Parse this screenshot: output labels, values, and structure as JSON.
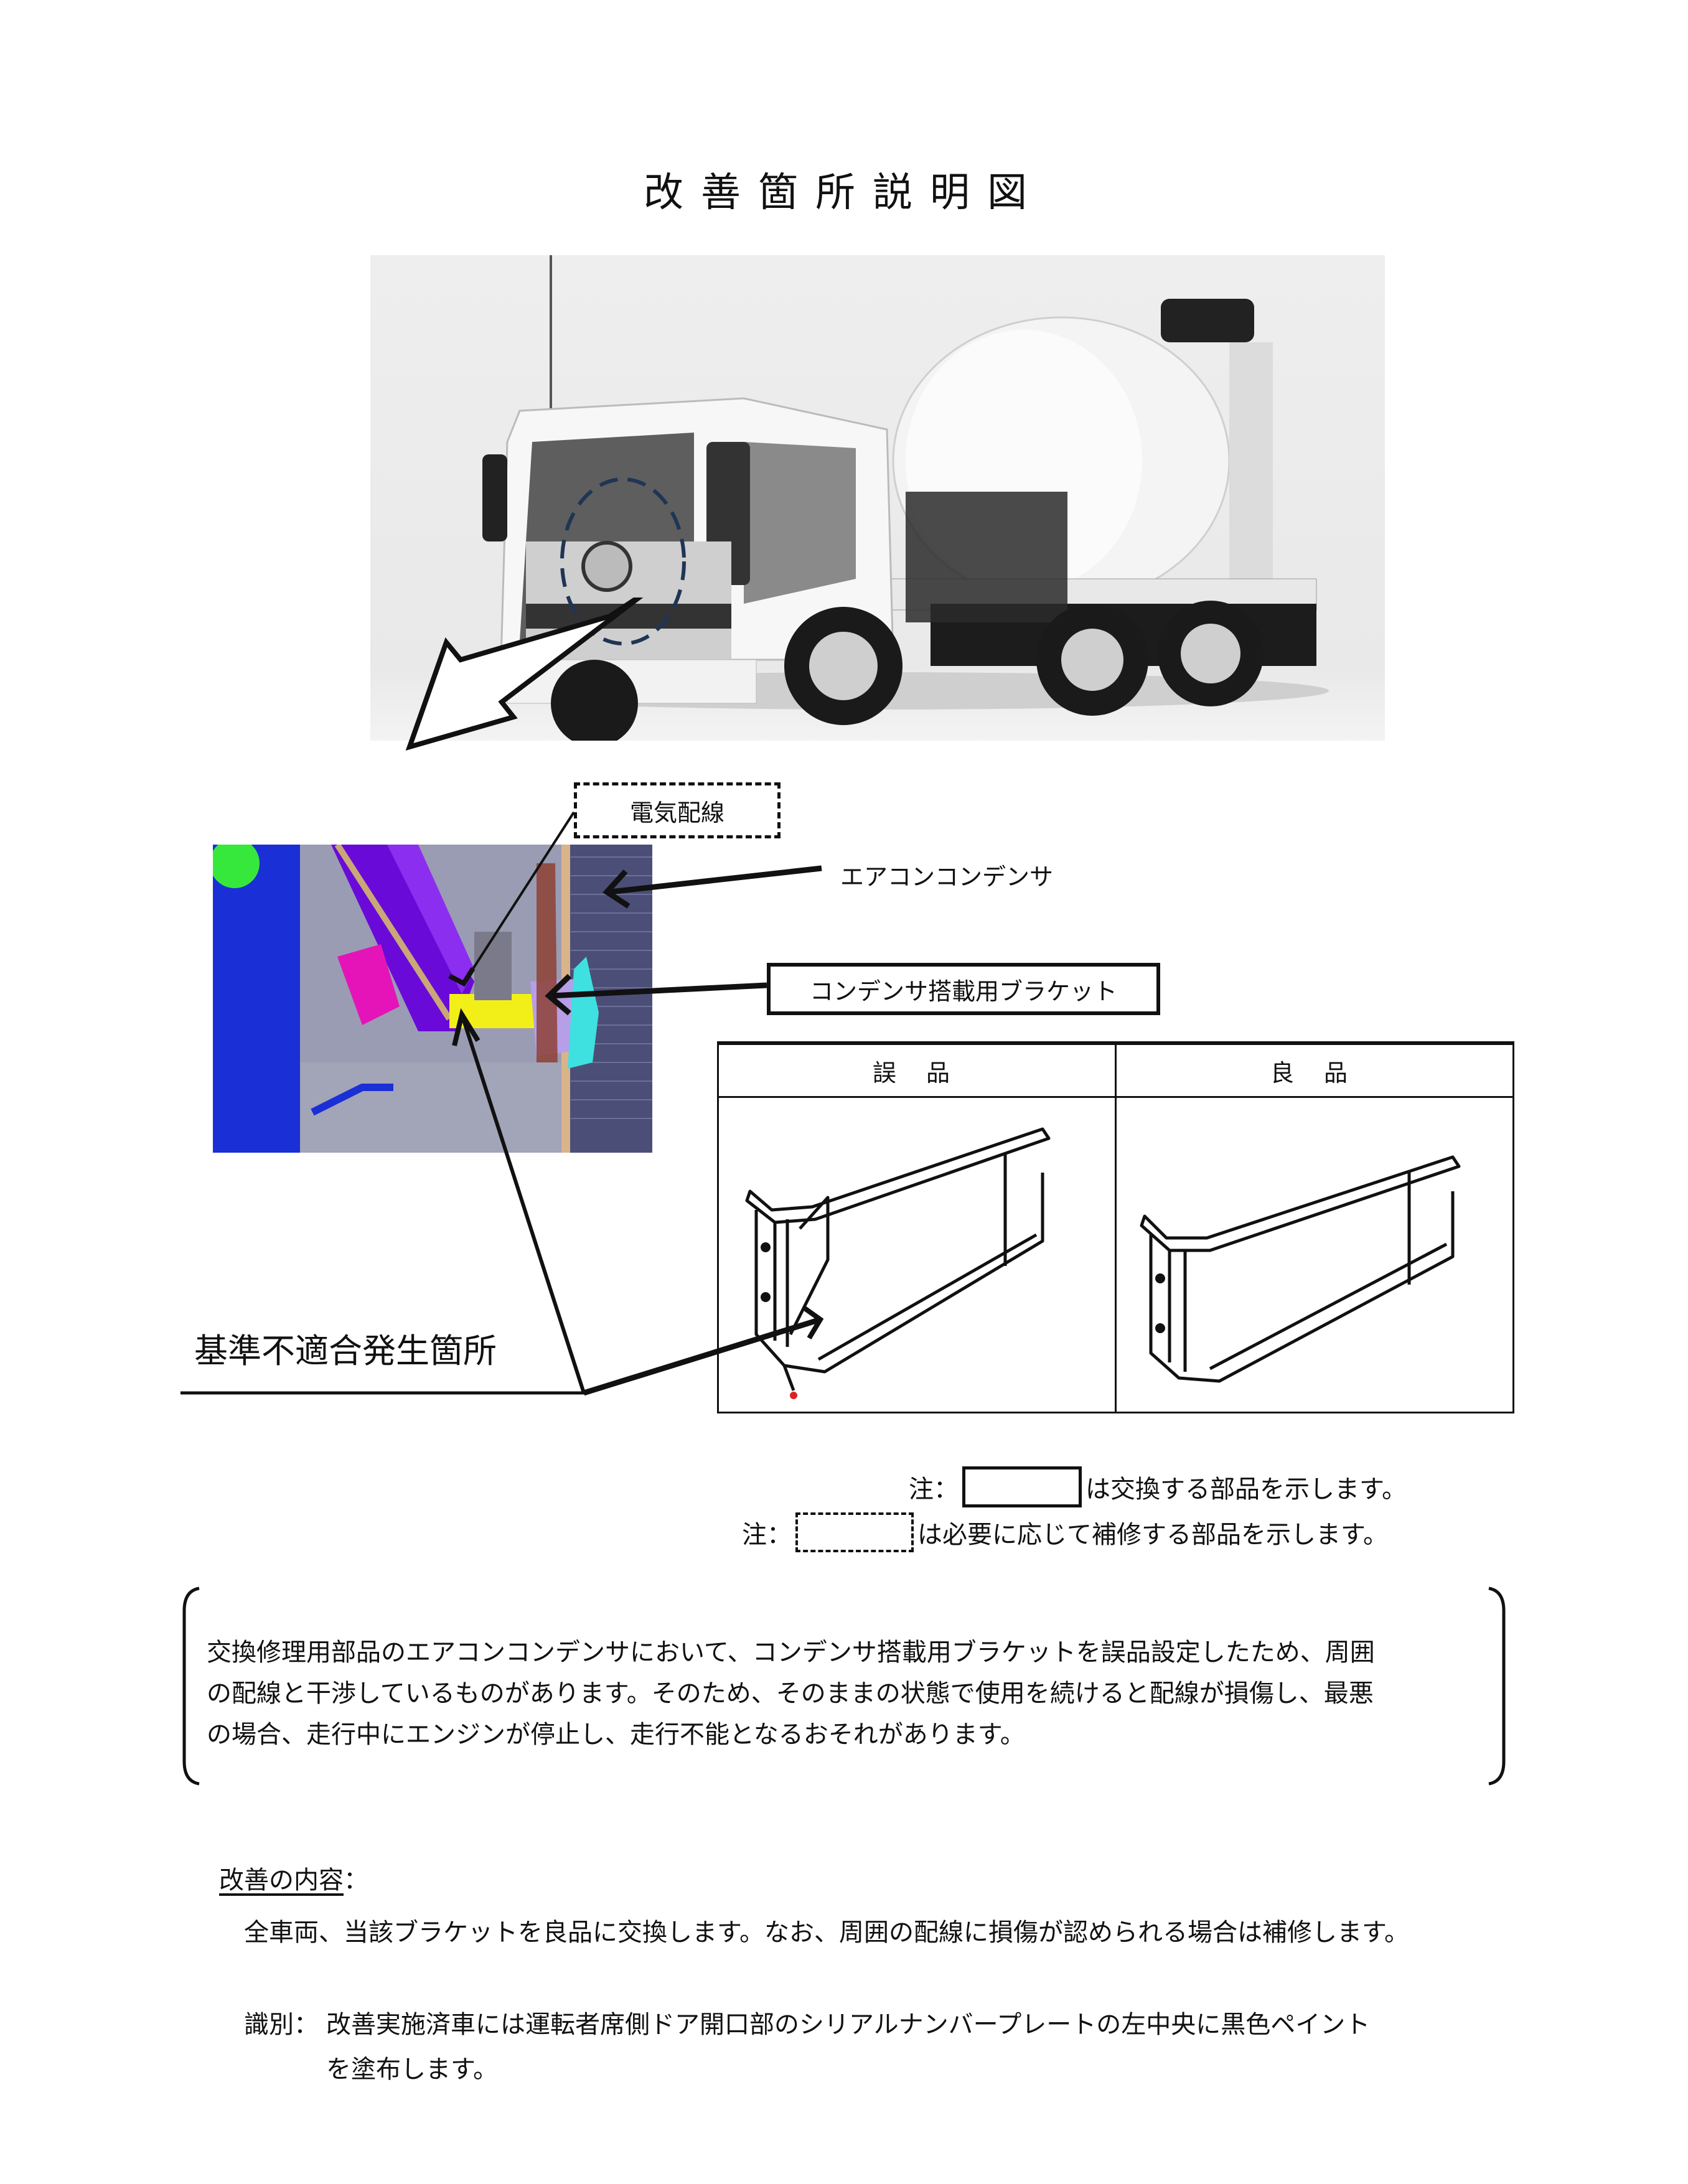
{
  "document": {
    "title": "改善箇所説明図"
  },
  "figure": {
    "truck_photo": {
      "description": "white cement mixer truck, front-left view",
      "highlight": "dashed circle around front grille area"
    },
    "cad_image": {
      "description": "CAD view of condenser mounting area"
    },
    "callouts": {
      "electrical_wiring": "電気配線",
      "aircon_condenser": "エアコンコンデンサ",
      "condenser_bracket": "コンデンサ搭載用ブラケット",
      "nonconformance_location": "基準不適合発生箇所"
    },
    "comparison_table": {
      "headers": [
        "誤 品",
        "良 品"
      ],
      "cells": [
        "defective bracket drawing",
        "correct bracket drawing"
      ]
    }
  },
  "notes": [
    {
      "prefix": "注：",
      "style": "solid",
      "text": "は交換する部品を示します。"
    },
    {
      "prefix": "注：",
      "style": "dashed",
      "text": "は必要に応じて補修する部品を示します。"
    }
  ],
  "description_box": {
    "lines": [
      "交換修理用部品のエアコンコンデンサにおいて、コンデンサ搭載用ブラケットを誤品設定したため、周囲",
      "の配線と干渉しているものがあります。そのため、そのままの状態で使用を続けると配線が損傷し、最悪",
      "の場合、走行中にエンジンが停止し、走行不能となるおそれがあります。"
    ]
  },
  "improvement": {
    "heading": "改善の内容",
    "heading_suffix": "：",
    "body": "全車両、当該ブラケットを良品に交換します。なお、周囲の配線に損傷が認められる場合は補修します。",
    "identification_label": "識別：",
    "identification_line1": "改善実施済車には運転者席側ドア開口部のシリアルナンバープレートの左中央に黒色ペイント",
    "identification_line2": "を塗布します。"
  },
  "colors": {
    "highlight_circle": "#1f3554",
    "photo_background": "#ececec",
    "text": "#111111"
  }
}
